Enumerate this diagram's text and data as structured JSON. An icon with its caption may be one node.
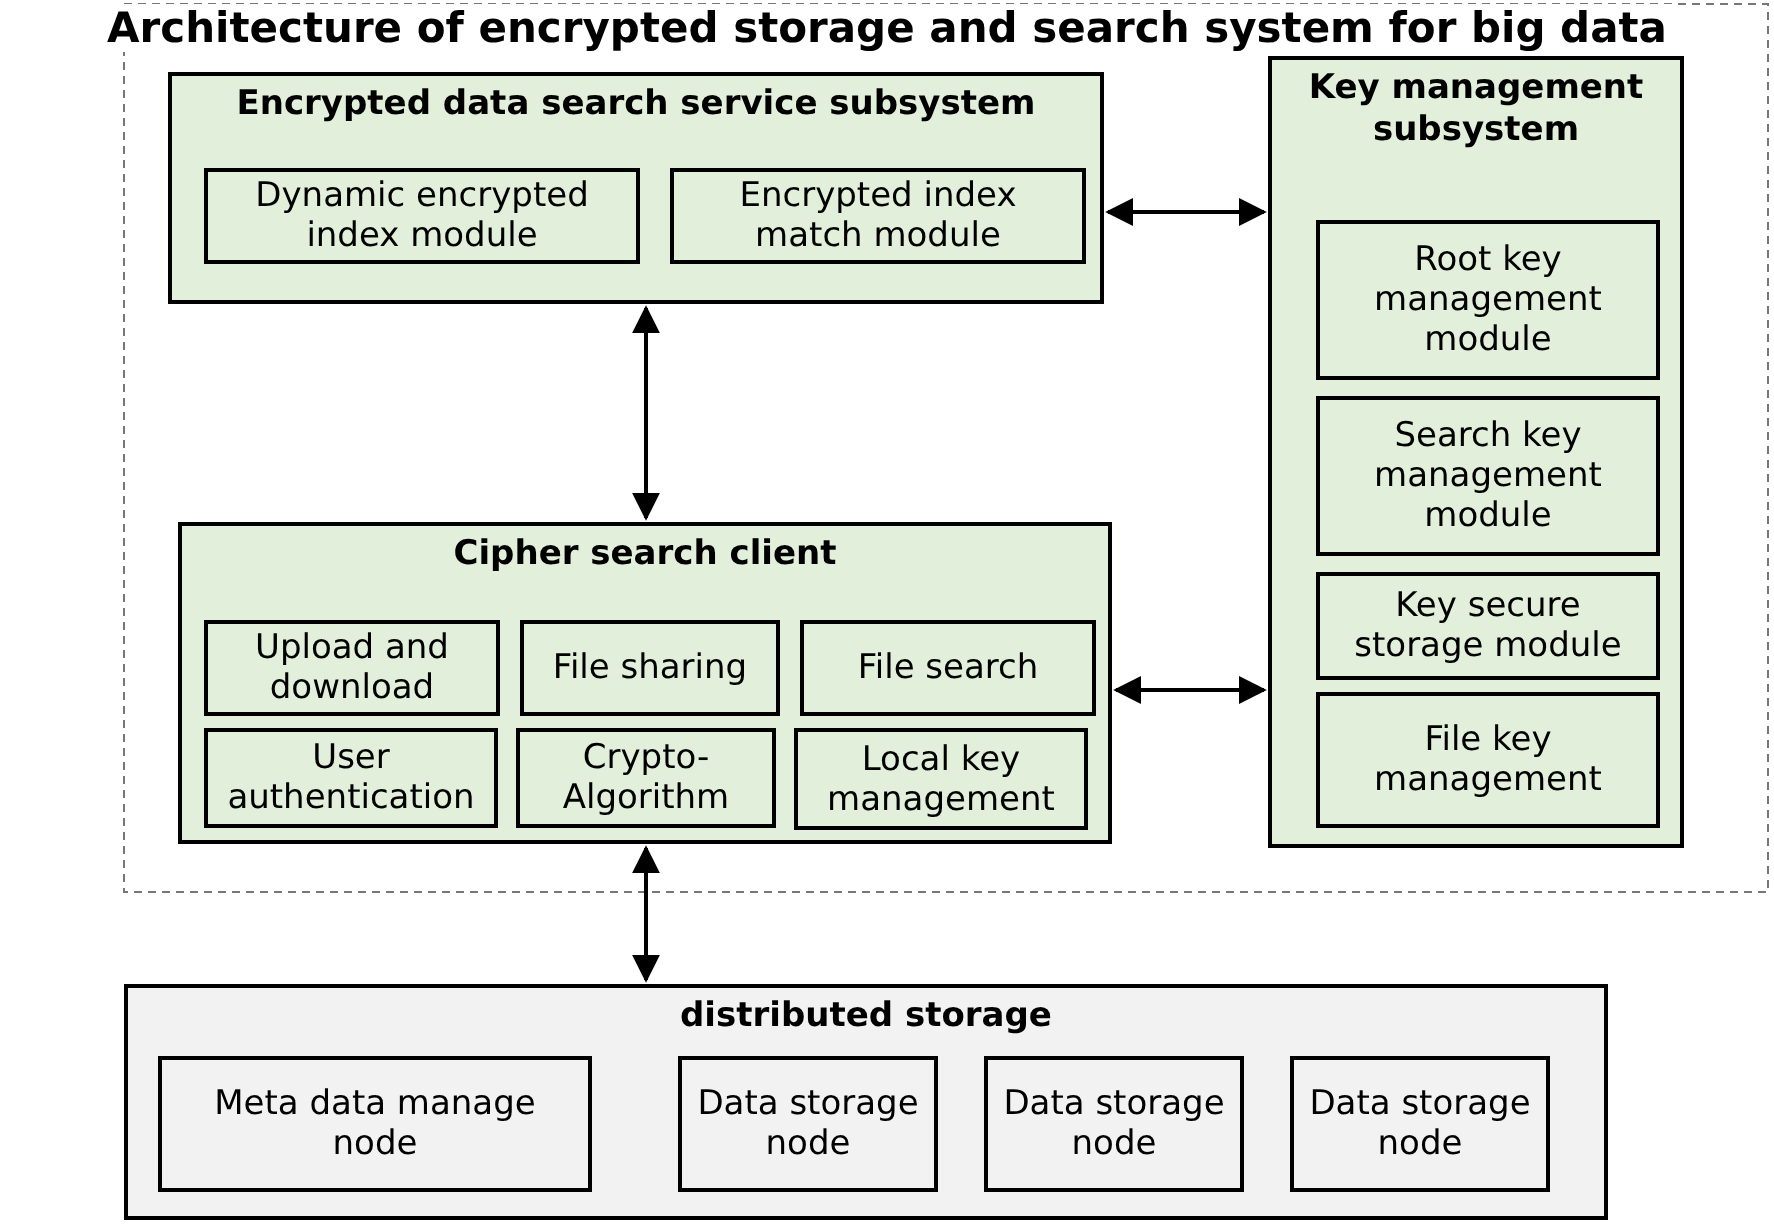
{
  "diagram": {
    "title": "Architecture of encrypted storage and search system for big data",
    "nodes": [
      {
        "text": [
          "Encrypted data search service subsystem"
        ]
      },
      {
        "text": [
          "Dynamic encrypted index module"
        ],
        "in": 0
      },
      {
        "text": [
          "Encrypted index match module"
        ],
        "in": 0
      },
      {
        "text": [
          "Key management subsystem"
        ]
      },
      {
        "text": [
          "Root key management module"
        ],
        "in": 3
      },
      {
        "text": [
          "Search key management module"
        ],
        "in": 3
      },
      {
        "text": [
          "Key secure storage module"
        ],
        "in": 3
      },
      {
        "text": [
          "File key management"
        ],
        "in": 3
      },
      {
        "text": [
          "Cipher search client"
        ]
      },
      {
        "text": [
          "Upload and download"
        ],
        "in": 8
      },
      {
        "text": [
          "File sharing"
        ],
        "in": 8
      },
      {
        "text": [
          "File search"
        ],
        "in": 8
      },
      {
        "text": [
          "User authentication"
        ],
        "in": 8
      },
      {
        "text": [
          "Crypto-Algorithm"
        ],
        "in": 8
      },
      {
        "text": [
          "Local key management"
        ],
        "in": 8
      },
      {
        "text": [
          "distributed storage"
        ]
      },
      {
        "text": [
          "Meta data manage node"
        ],
        "in": 15
      },
      {
        "text": [
          "Data storage node"
        ],
        "in": 15
      },
      {
        "text": [
          "Data storage node"
        ],
        "in": 15
      },
      {
        "text": [
          "Data storage node"
        ],
        "in": 15
      }
    ],
    "edges": [
      {
        "from": 0,
        "to": 3,
        "arrow": "both"
      },
      {
        "from": 0,
        "to": 8,
        "arrow": "both"
      },
      {
        "from": 8,
        "to": 3,
        "arrow": "both"
      },
      {
        "from": 8,
        "to": 15,
        "arrow": "both"
      }
    ]
  }
}
